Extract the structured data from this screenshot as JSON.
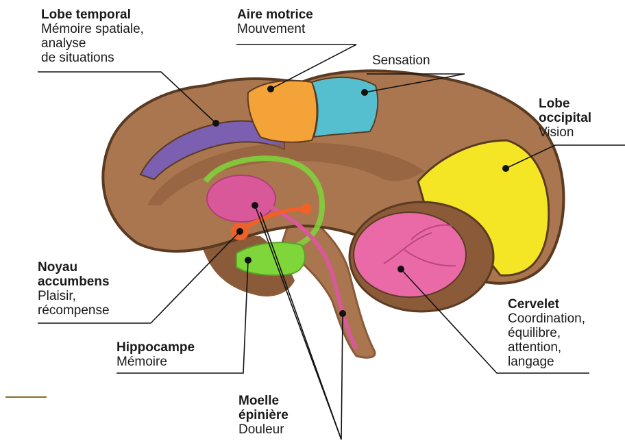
{
  "labels": {
    "temporal": {
      "title": "Lobe temporal",
      "desc": [
        "Mémoire spatiale,",
        "analyse",
        "de situations"
      ]
    },
    "motrice": {
      "title": "Aire motrice",
      "desc": [
        "Mouvement"
      ]
    },
    "sensation": {
      "title": "",
      "desc": [
        "Sensation"
      ]
    },
    "occipital": {
      "title": [
        "Lobe",
        "occipital"
      ],
      "desc": [
        "Vision"
      ]
    },
    "accumbens": {
      "title": [
        "Noyau",
        "accumbens"
      ],
      "desc": [
        "Plaisir,",
        "récompense"
      ]
    },
    "hippocampe": {
      "title": "Hippocampe",
      "desc": [
        "Mémoire"
      ]
    },
    "cervelet": {
      "title": "Cervelet",
      "desc": [
        "Coordination,",
        "équilibre,",
        "attention,",
        "langage"
      ]
    },
    "moelle": {
      "title": [
        "Moelle",
        "épinière"
      ],
      "desc": [
        "Douleur"
      ]
    }
  },
  "colors": {
    "brain": "#a9764f",
    "brain_dark": "#8a5a39",
    "outline": "#5b3a22",
    "temporal": "#7b5fb0",
    "motrice": "#f4a338",
    "sensation": "#55bfcf",
    "occipital": "#f4e625",
    "cervelet": "#ea6aa8",
    "accumbens": "#f0612a",
    "hippocampe": "#7fd63a",
    "limbic_pink": "#d9589a",
    "leader": "#111111"
  }
}
